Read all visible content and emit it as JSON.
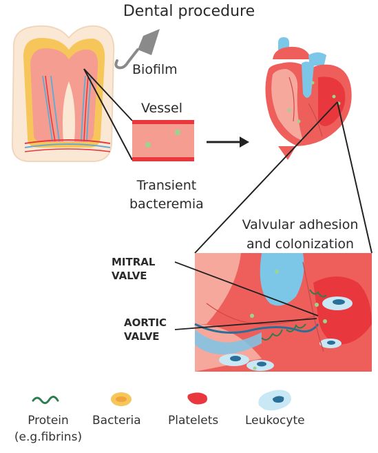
{
  "title": "Dental procedure",
  "labels": {
    "biofilm": "Biofilm",
    "vessel": "Vessel",
    "transient_line1": "Transient",
    "transient_line2": "bacteremia",
    "valvular_line1": "Valvular adhesion",
    "valvular_line2": "and colonization",
    "mitral_line1": "MITRAL",
    "mitral_line2": "VALVE",
    "aortic_line1": "AORTIC",
    "aortic_line2": "VALVE"
  },
  "legend": {
    "protein": "Protein",
    "protein_sub": "(e.g.fibrins)",
    "bacteria": "Bacteria",
    "platelets": "Platelets",
    "leukocyte": "Leukocyte"
  },
  "colors": {
    "tooth_pink": "#f59d90",
    "tooth_cream": "#fbe8d4",
    "bacteria_yellow": "#f6c65a",
    "vessel_red": "#e8383d",
    "heart_red": "#ee5f5b",
    "heart_light": "#f7a89c",
    "artery_blue": "#7cc6e8",
    "protein_green": "#2e7d4f",
    "leukocyte_dark": "#2b6f99"
  }
}
